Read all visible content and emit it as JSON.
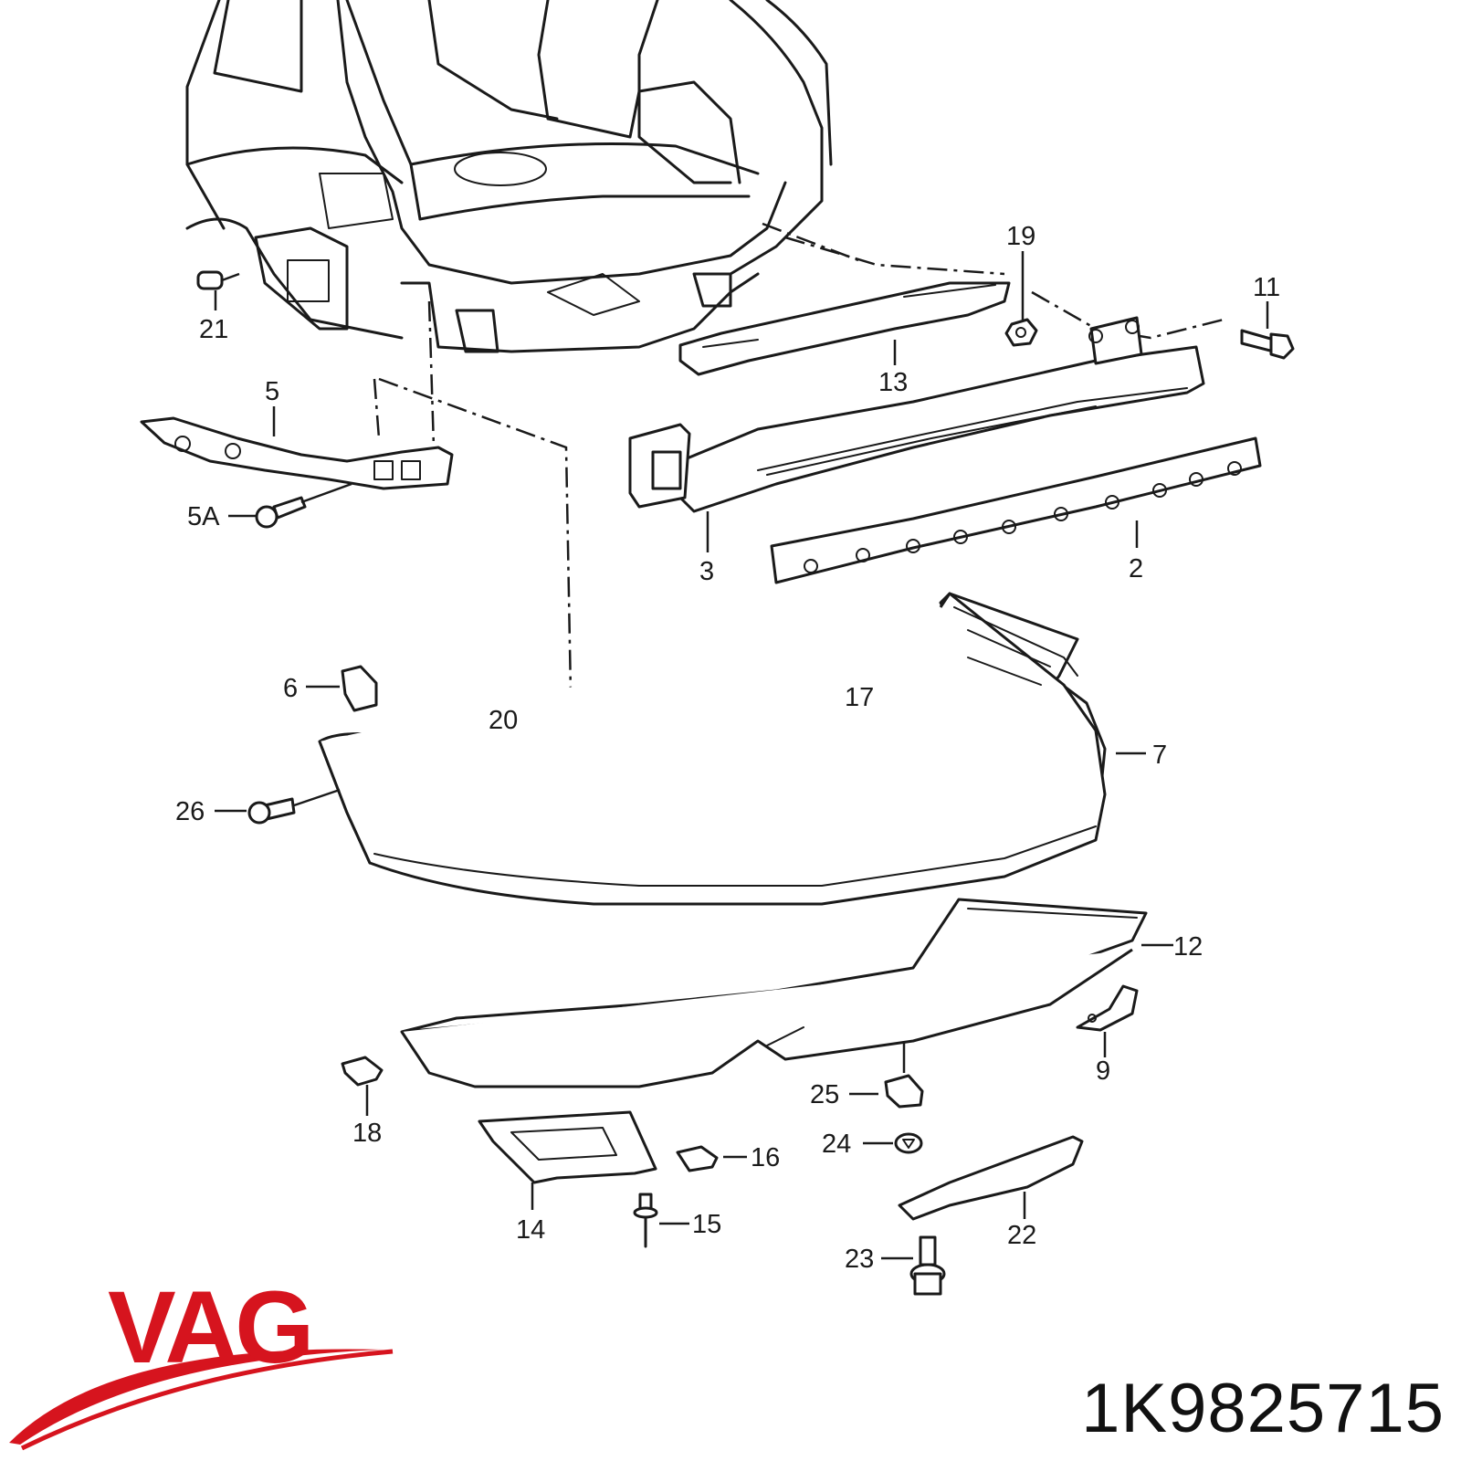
{
  "brand": {
    "logo_text": "VAG",
    "color": "#d6141e"
  },
  "part_number": "1K9825715",
  "callouts": [
    {
      "id": "c21",
      "label": "21"
    },
    {
      "id": "c19",
      "label": "19"
    },
    {
      "id": "c11",
      "label": "11"
    },
    {
      "id": "c13",
      "label": "13"
    },
    {
      "id": "c5",
      "label": "5"
    },
    {
      "id": "c5a",
      "label": "5A"
    },
    {
      "id": "c3",
      "label": "3"
    },
    {
      "id": "c2",
      "label": "2"
    },
    {
      "id": "c6",
      "label": "6"
    },
    {
      "id": "c20",
      "label": "20"
    },
    {
      "id": "c17",
      "label": "17"
    },
    {
      "id": "c7",
      "label": "7"
    },
    {
      "id": "c26",
      "label": "26"
    },
    {
      "id": "c12",
      "label": "12"
    },
    {
      "id": "c9",
      "label": "9"
    },
    {
      "id": "c18",
      "label": "18"
    },
    {
      "id": "c25",
      "label": "25"
    },
    {
      "id": "c24",
      "label": "24"
    },
    {
      "id": "c16",
      "label": "16"
    },
    {
      "id": "c14",
      "label": "14"
    },
    {
      "id": "c15",
      "label": "15"
    },
    {
      "id": "c22",
      "label": "22"
    },
    {
      "id": "c23",
      "label": "23"
    }
  ]
}
